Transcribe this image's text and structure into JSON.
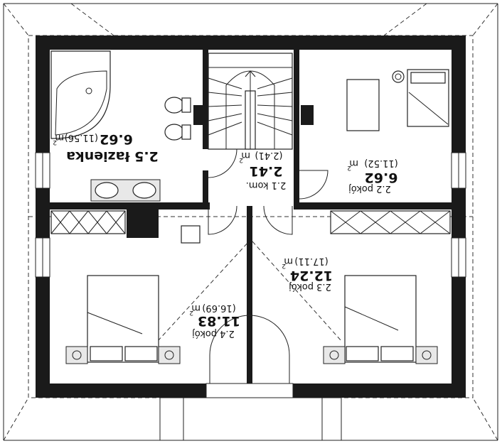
{
  "rooms": [
    {
      "id": "2.1",
      "name": "2.1 kom.",
      "area": "2.41",
      "area_detail": "(2.41)",
      "unit": "m",
      "sup": "2"
    },
    {
      "id": "2.2",
      "name": "2.2 pokój",
      "area": "6.62",
      "area_detail": "(11.52)",
      "unit": "m",
      "sup": "2"
    },
    {
      "id": "2.3",
      "name": "2.3 pokój",
      "area": "12.24",
      "area_detail": "(17.11)",
      "unit": "m",
      "sup": "2"
    },
    {
      "id": "2.4",
      "name": "2.4 pokój",
      "area": "11.83",
      "area_detail": "(16.69)",
      "unit": "m",
      "sup": "2"
    },
    {
      "id": "2.5",
      "name": "2.5 łazienka",
      "area": "6.62",
      "area_detail": "(11.56)",
      "unit": "m",
      "sup": "2"
    }
  ],
  "colors": {
    "wall": "#1a1a1a",
    "line": "#222222",
    "background": "#ffffff"
  },
  "display": {
    "mirrored": true
  }
}
